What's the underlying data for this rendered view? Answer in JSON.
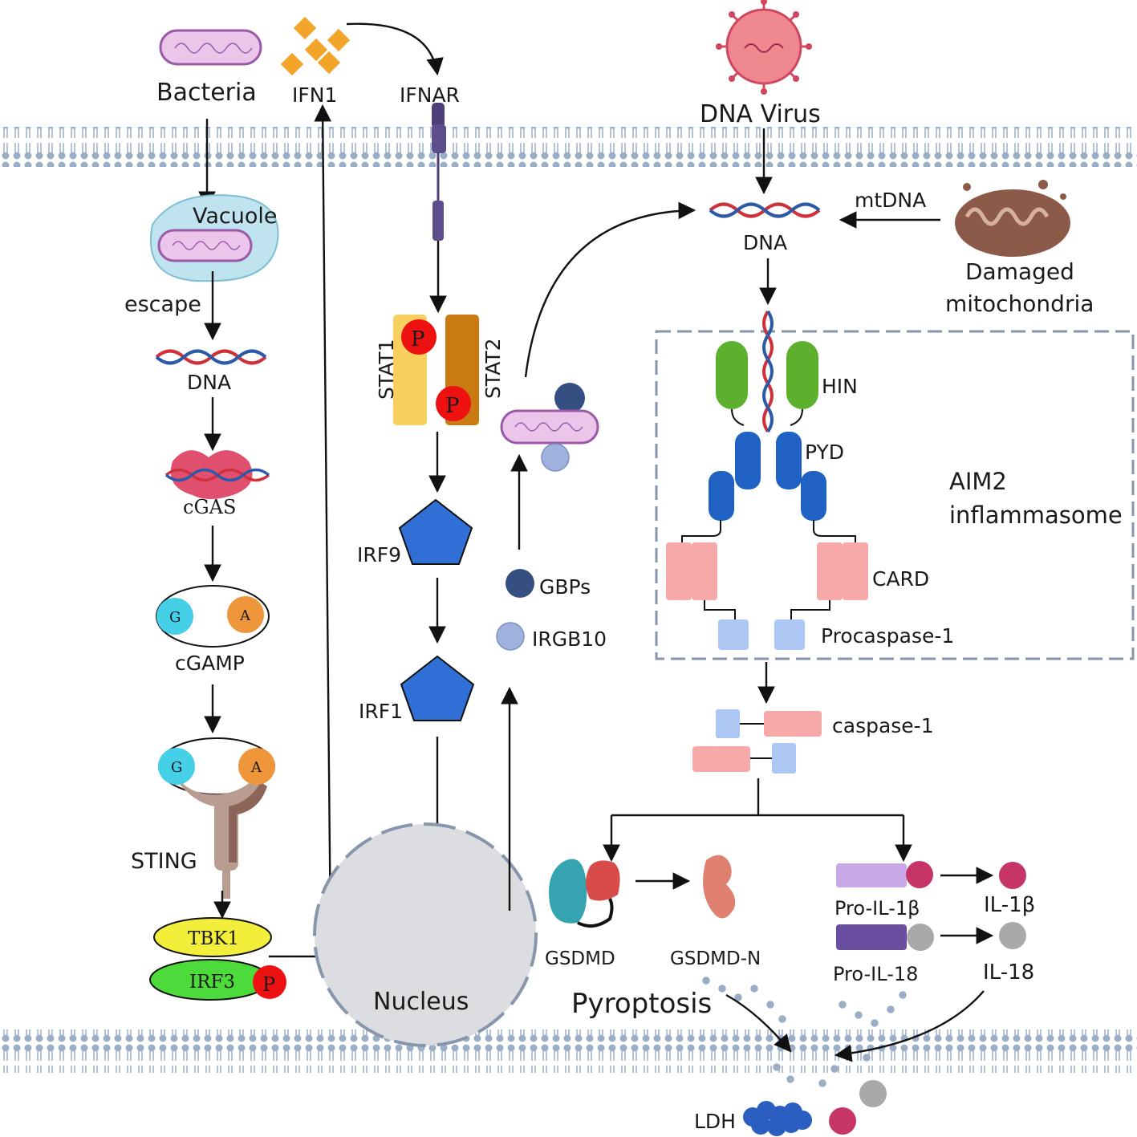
{
  "labels": {
    "bacteria": "Bacteria",
    "ifn1": "IFN1",
    "ifnar": "IFNAR",
    "dna_virus": "DNA Virus",
    "vacuole": "Vacuole",
    "escape": "escape",
    "dna_left": "DNA",
    "cgas": "cGAS",
    "cgamp": "cGAMP",
    "sting": "STING",
    "tbk1": "TBK1",
    "irf3": "IRF3",
    "p": "P",
    "g": "G",
    "a": "A",
    "stat1": "STAT1",
    "stat2": "STAT2",
    "irf9": "IRF9",
    "irf1": "IRF1",
    "nucleus": "Nucleus",
    "gbps": "GBPs",
    "irgb10": "IRGB10",
    "mtdna": "mtDNA",
    "dna_right": "DNA",
    "damaged_mito_1": "Damaged",
    "damaged_mito_2": "mitochondria",
    "hin": "HIN",
    "pyd": "PYD",
    "aim2_1": "AIM2",
    "aim2_2": "inflammasome",
    "card": "CARD",
    "procaspase": "Procaspase-1",
    "caspase": "caspase-1",
    "gsdmd": "GSDMD",
    "gsdmd_n": "GSDMD-N",
    "pyroptosis": "Pyroptosis",
    "pro_il1b": "Pro-IL-1β",
    "il1b": "IL-1β",
    "pro_il18": "Pro-IL-18",
    "il18": "IL-18",
    "ldh": "LDH"
  },
  "colors": {
    "membrane": "#9aaec6",
    "arrow": "#111111",
    "dna_red": "#d0303a",
    "dna_blue": "#2a5aa8",
    "bacteria_fill": "#ecc6ea",
    "bacteria_edge": "#9a5aa8",
    "vacuole": "#bfe3ef",
    "stat1": "#f7d060",
    "stat2": "#c97a12",
    "phospho": "#e11",
    "irf": "#2f6fd6",
    "gbp": "#354f82",
    "irgb10": "#9fb2de",
    "hin": "#5cb02e",
    "pyd": "#1f62c4",
    "card": "#f7a8a8",
    "procaspase": "#adc7f5",
    "tbk1": "#f2ee3a",
    "irf3": "#4cdb3a",
    "g_circle": "#45d0e8",
    "a_circle": "#f0963a",
    "il1b": "#c73468",
    "pro_il1b": "#c9a8e8",
    "pro_il18": "#6a4ea0",
    "il18": "#a9a9a9",
    "nucleus": "#dcdde0",
    "gsdmd_teal": "#36a3b0",
    "gsdmd_red": "#d74b4b",
    "gsdmd_n": "#e08070",
    "ldh": "#2a5ec0",
    "ifn1": "#f3a52a",
    "ifnar": "#4e3f7a",
    "mito": "#8b5a48"
  }
}
